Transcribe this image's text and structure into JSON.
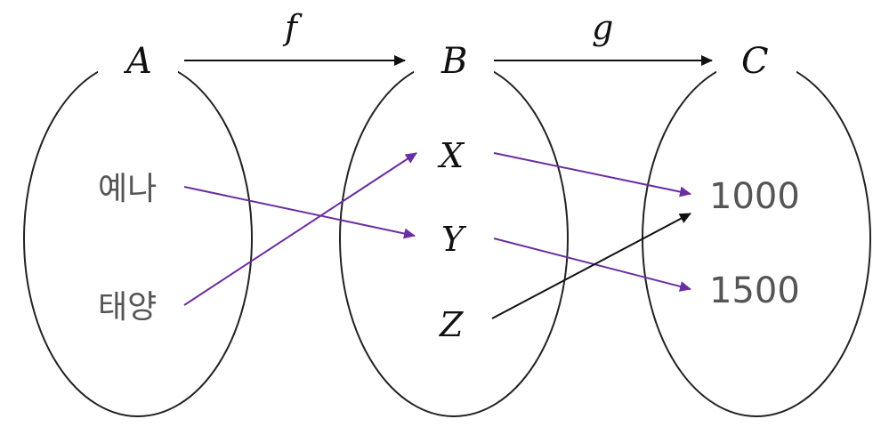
{
  "sets": {
    "A": "A",
    "B": "B",
    "C": "C"
  },
  "maps": {
    "f": "f",
    "g": "g"
  },
  "elements": {
    "A": [
      "예나",
      "태양"
    ],
    "B": [
      "X",
      "Y",
      "Z"
    ],
    "C": [
      "1000",
      "1500"
    ]
  },
  "mappings": {
    "f": [
      [
        "예나",
        "Y"
      ],
      [
        "태양",
        "X"
      ]
    ],
    "g": [
      [
        "X",
        "1000"
      ],
      [
        "Y",
        "1500"
      ],
      [
        "Z",
        "1000"
      ]
    ]
  },
  "colors": {
    "mapping_arrow": "#6a2ea0",
    "outline": "#222222"
  }
}
